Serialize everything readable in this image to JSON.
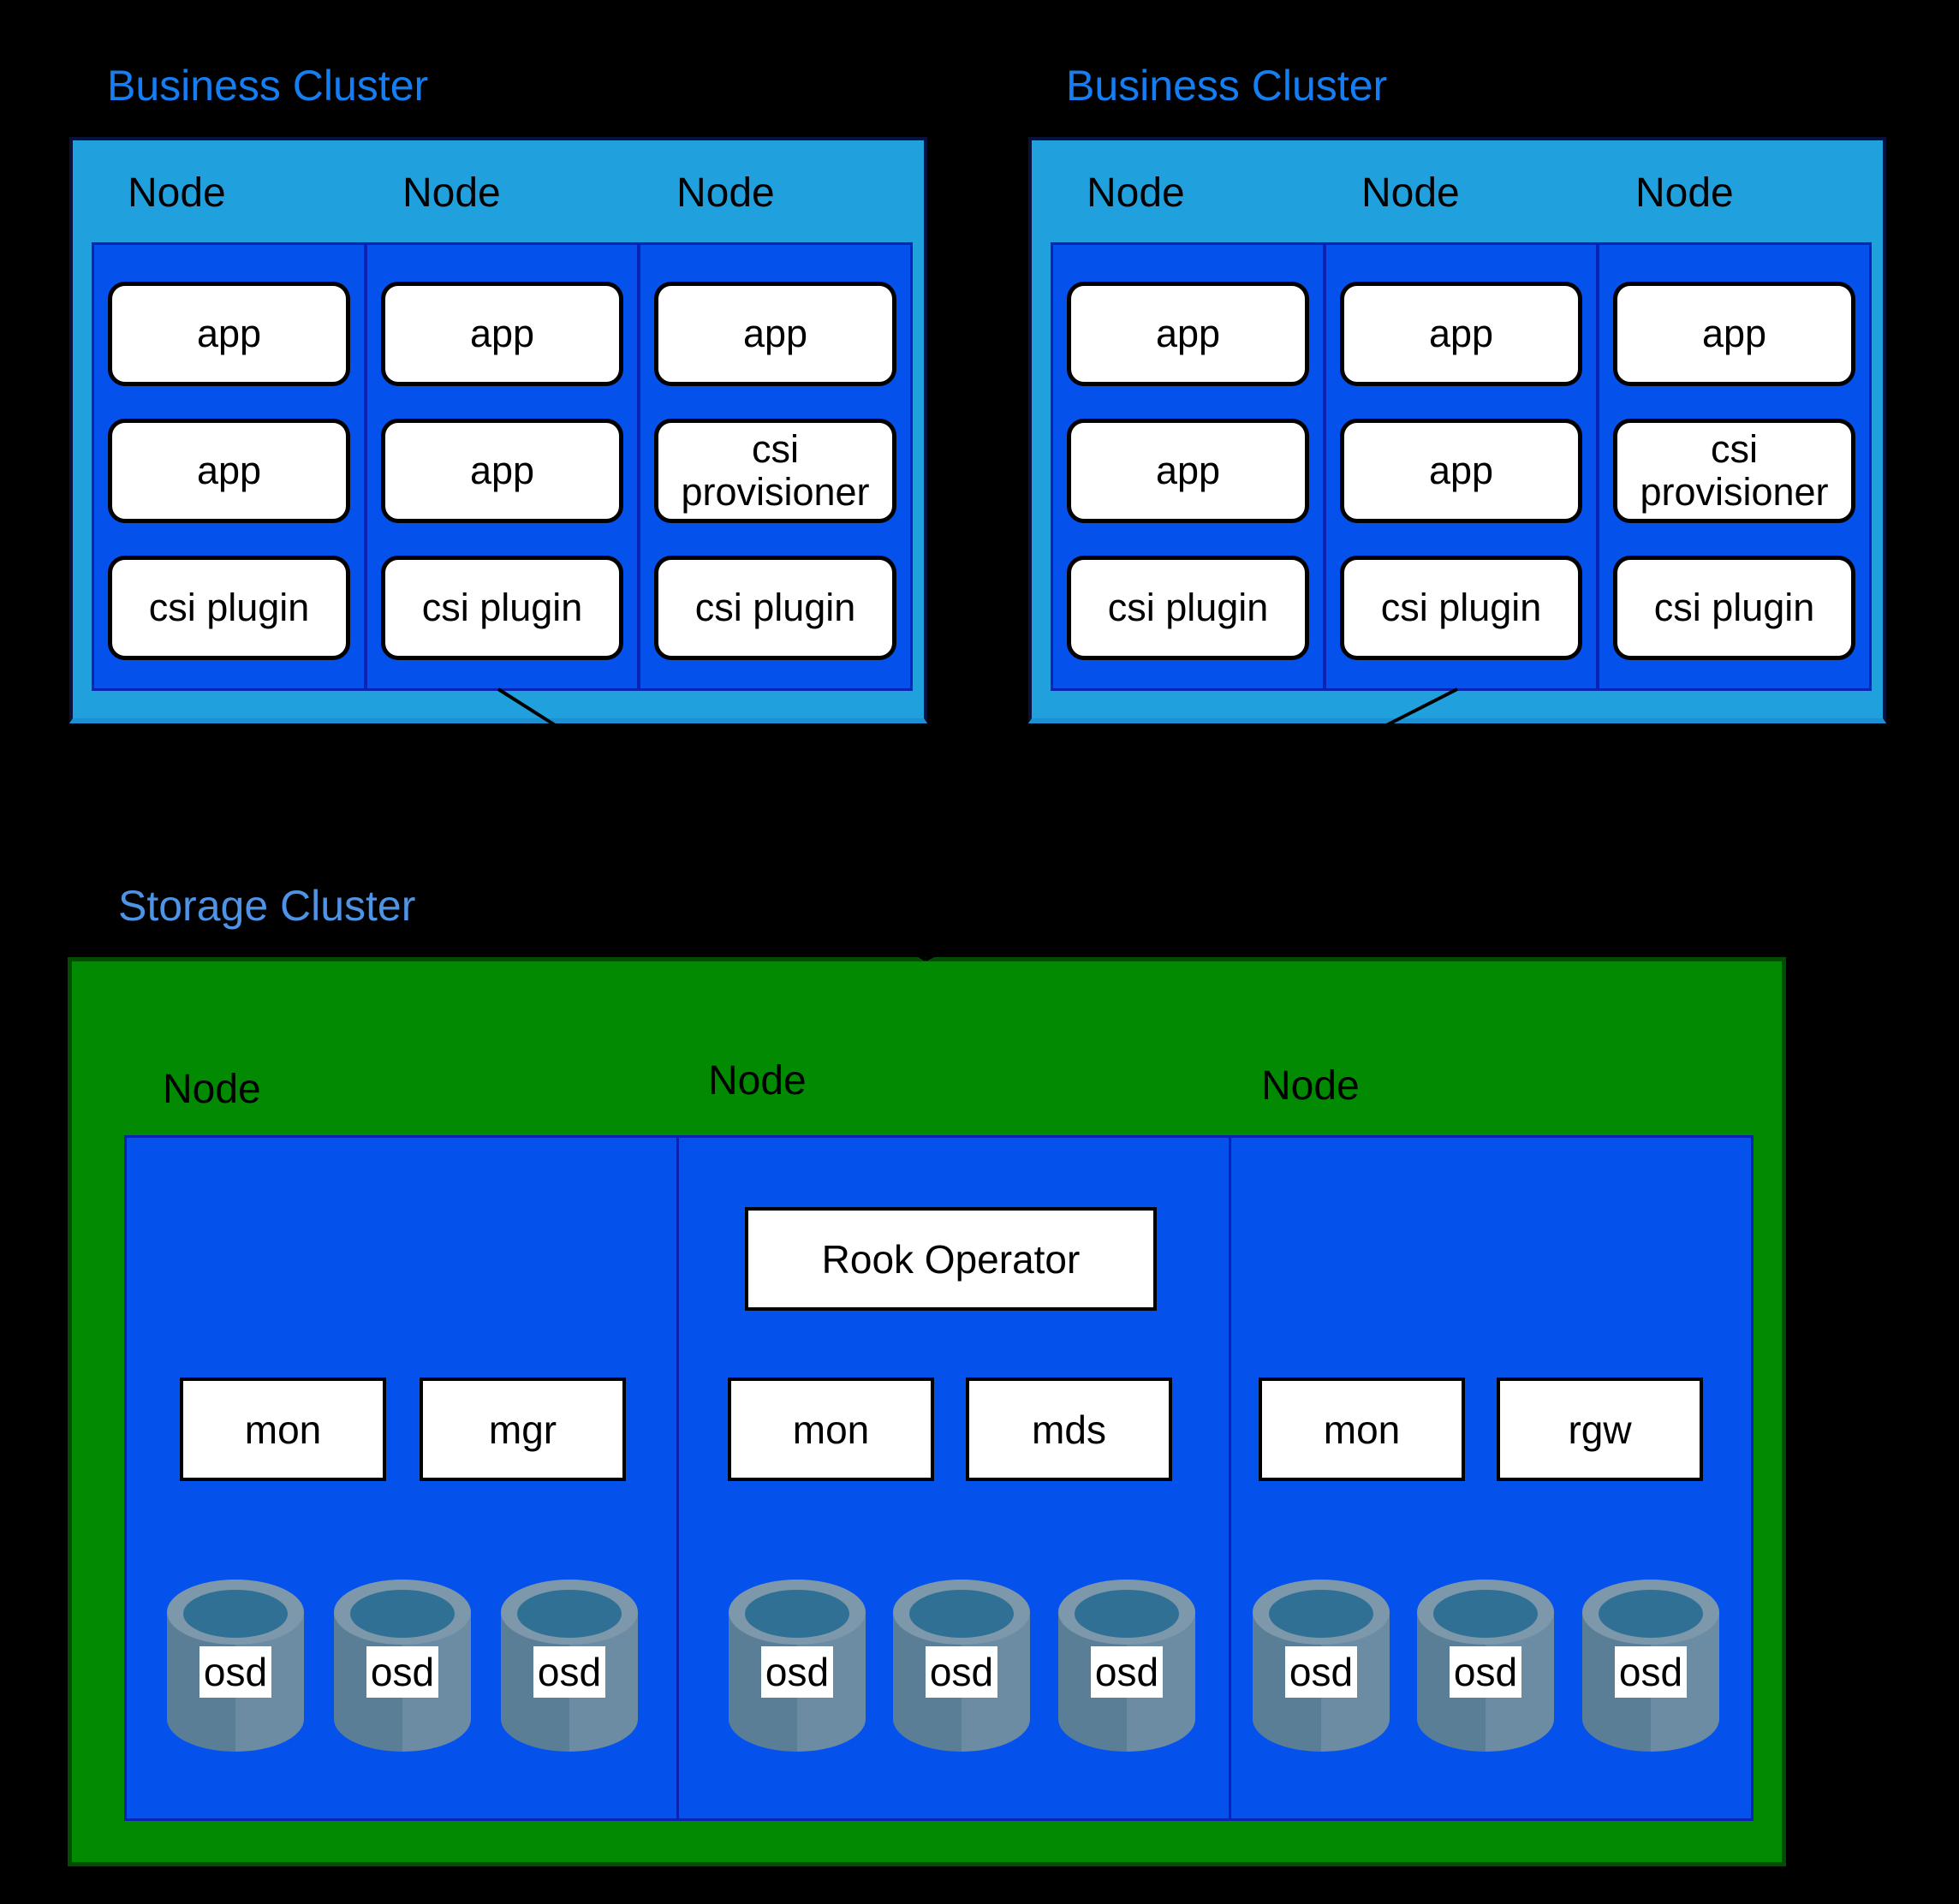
{
  "colors": {
    "background": "#000000",
    "business_title": "#157EF3",
    "storage_title": "#4D93E6",
    "node_header_blue": "#21A0DE",
    "pod_area_blue": "#0451EC",
    "inner_border_navy": "#0A23B4",
    "storage_green": "#028B02",
    "storage_green_border": "#024D01",
    "cylinder_body_left": "#5B7E97",
    "cylinder_body_right": "#6B8CA3",
    "cylinder_rim": "#7E98AB",
    "cylinder_hole": "#2F7094"
  },
  "business_clusters": [
    {
      "title": "Business Cluster",
      "nodes": [
        {
          "label": "Node",
          "pods": [
            "app",
            "app",
            "csi plugin"
          ]
        },
        {
          "label": "Node",
          "pods": [
            "app",
            "app",
            "csi plugin"
          ]
        },
        {
          "label": "Node",
          "pods": [
            "app",
            "csi\nprovisioner",
            "csi plugin"
          ]
        }
      ]
    },
    {
      "title": "Business Cluster",
      "nodes": [
        {
          "label": "Node",
          "pods": [
            "app",
            "app",
            "csi plugin"
          ]
        },
        {
          "label": "Node",
          "pods": [
            "app",
            "app",
            "csi plugin"
          ]
        },
        {
          "label": "Node",
          "pods": [
            "app",
            "csi\nprovisioner",
            "csi plugin"
          ]
        }
      ]
    }
  ],
  "storage_cluster": {
    "title": "Storage Cluster",
    "operator_label": "Rook Operator",
    "nodes": [
      {
        "label": "Node",
        "daemons": [
          "mon",
          "mgr"
        ],
        "osds": [
          "osd",
          "osd",
          "osd"
        ]
      },
      {
        "label": "Node",
        "daemons": [
          "mon",
          "mds"
        ],
        "osds": [
          "osd",
          "osd",
          "osd"
        ]
      },
      {
        "label": "Node",
        "daemons": [
          "mon",
          "rgw"
        ],
        "osds": [
          "osd",
          "osd",
          "osd"
        ]
      }
    ]
  }
}
